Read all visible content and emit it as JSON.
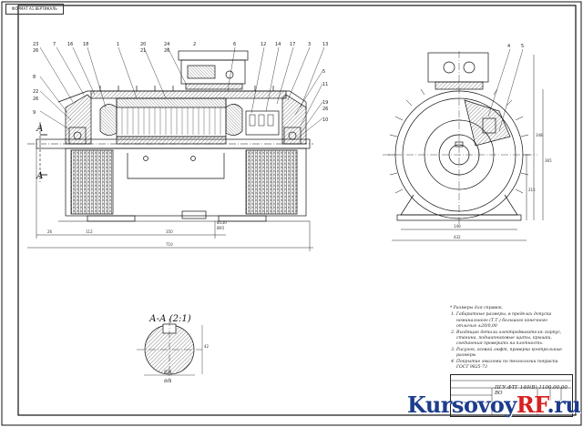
{
  "drawing": {
    "stamp_text": "ФОРМАТ А1 ВЕРТИКАЛЬ",
    "section_label": "А-А (2:1)",
    "section_mark_top": "А",
    "section_mark_bottom": "А",
    "logo_main": "Kursovoy",
    "logo_rf": "RF",
    "logo_tld": ".ru",
    "designation": "ПГУ.ФТГ 140(В) 1100.00.00 ВО"
  },
  "position_numbers_side": [
    "23",
    "26",
    "7",
    "16",
    "18",
    "1",
    "20",
    "21",
    "24",
    "26",
    "2",
    "6",
    "12",
    "14",
    "17",
    "3",
    "13",
    "8",
    "22",
    "26",
    "5",
    "9",
    "11",
    "19",
    "26",
    "10"
  ],
  "position_numbers_front": [
    "4",
    "5"
  ],
  "dimensions_side": [
    "26",
    "112",
    "350",
    "710",
    "Ø130",
    "Ø45"
  ],
  "dimensions_front": [
    "140",
    "432",
    "348",
    "365",
    "215"
  ],
  "dimensions_section": [
    "42",
    "Ø38",
    "Ø48"
  ],
  "notes": {
    "header": "* Размеры для справок.",
    "items": [
      "Габаритные размеры, в пределах допуска номинального (Т.Т.) большого конечного отличия ±20/0,00",
      "Входящие детали электродвигателя: корпус, станина, подшипниковые щиты, крышки, соединения проверить на плотность.",
      "Рисунок, осевой люфт, проверка контрольные размеры",
      "Покрытие эмалями по технологии покраски ГОСТ 9825-73"
    ]
  },
  "colors": {
    "line": "#111111",
    "hatch": "#333333",
    "logo_blue": "#1c3c8c",
    "logo_red": "#d82020"
  }
}
